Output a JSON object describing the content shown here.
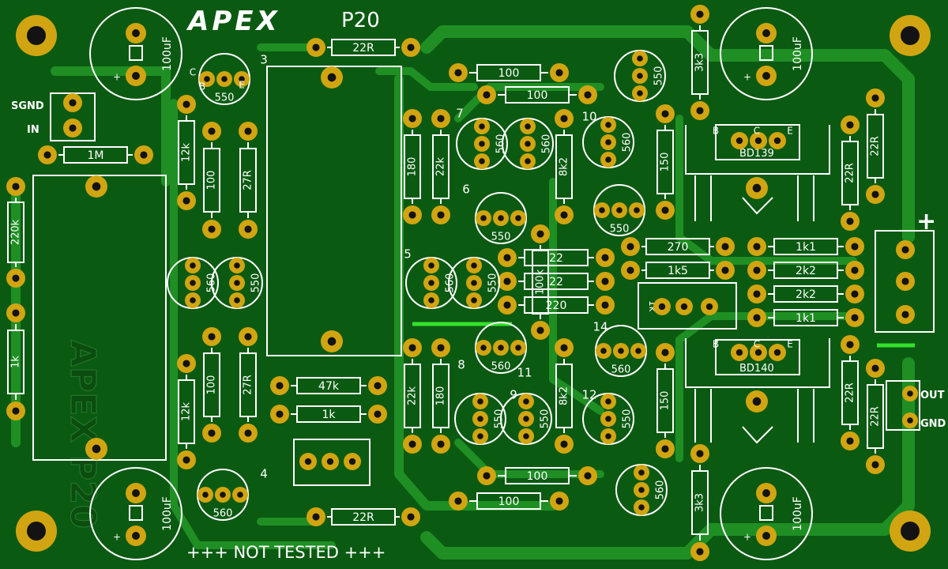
{
  "brand": {
    "logo": "APEX",
    "model": "P20"
  },
  "footer": {
    "note": "+++ NOT TESTED +++"
  },
  "connectors": {
    "input": [
      "SGND",
      "IN"
    ],
    "output": [
      "OUT",
      "GND"
    ],
    "power": "+"
  },
  "mirrored_logo": "APEX P20",
  "components": {
    "caps": [
      "100uF",
      "100uF",
      "100uF",
      "100uF"
    ],
    "resistors": [
      "1M",
      "22R",
      "22R",
      "220k",
      "1k",
      "12k",
      "100",
      "27R",
      "12k",
      "100",
      "27R",
      "47k",
      "1k",
      "100",
      "100",
      "100",
      "100",
      "180",
      "22k",
      "180",
      "22k",
      "8k2",
      "8k2",
      "3k3",
      "3k3",
      "150",
      "150",
      "22R",
      "22R",
      "22R",
      "22R",
      "270",
      "1k5",
      "22",
      "22",
      "220",
      "100k",
      "1k1",
      "2k2",
      "2k2",
      "1k1"
    ],
    "transistors": [
      "550",
      "560",
      "550",
      "560",
      "560",
      "560",
      "560",
      "550",
      "550",
      "560",
      "550",
      "550",
      "560",
      "560",
      "550",
      "550",
      "560",
      "550",
      "560"
    ],
    "power_transistors": [
      "BD139",
      "BD140"
    ],
    "trimmer": "1k"
  },
  "pin_letters": [
    "B",
    "C",
    "E"
  ],
  "ref_numbers": [
    "3",
    "4",
    "5",
    "6",
    "7",
    "8",
    "9",
    "10",
    "11",
    "12",
    "14"
  ],
  "colors": {
    "board": "#0b5a12",
    "trace": "#1f8f24",
    "pad": "#d1a511",
    "silk": "#ffffff",
    "jumper": "#35e02c"
  }
}
